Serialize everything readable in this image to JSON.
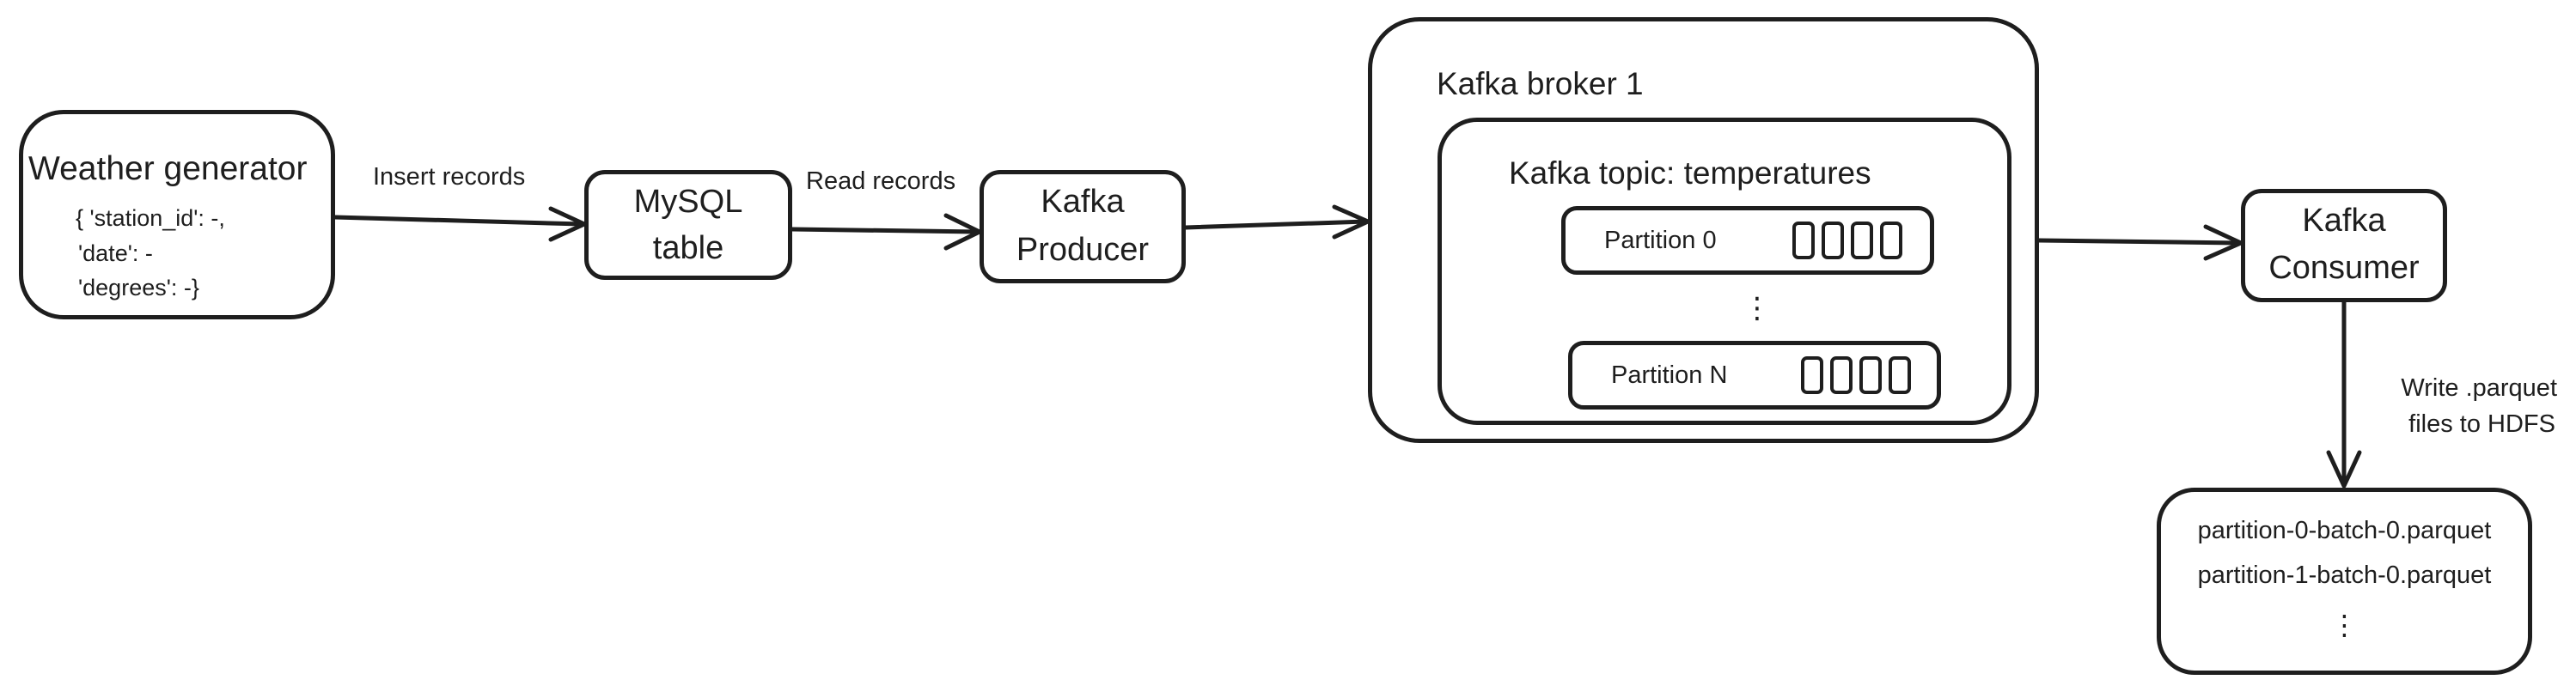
{
  "weather_generator": {
    "title": "Weather generator",
    "line1": "{ 'station_id': -,",
    "line2": "'date': -",
    "line3": "'degrees': -}"
  },
  "edges": {
    "insert_records": "Insert records",
    "read_records": "Read records",
    "write_parquet_line1": "Write .parquet",
    "write_parquet_line2": "files to HDFS"
  },
  "mysql": {
    "line1": "MySQL",
    "line2": "table"
  },
  "producer": {
    "line1": "Kafka",
    "line2": "Producer"
  },
  "broker": {
    "title": "Kafka broker 1",
    "topic": {
      "title": "Kafka topic: temperatures",
      "partition_first": "Partition 0",
      "ellipsis": "⋮",
      "partition_last": "Partition N"
    }
  },
  "consumer": {
    "line1": "Kafka",
    "line2": "Consumer"
  },
  "hdfs": {
    "file1": "partition-0-batch-0.parquet",
    "file2": "partition-1-batch-0.parquet",
    "ellipsis": "⋮"
  }
}
